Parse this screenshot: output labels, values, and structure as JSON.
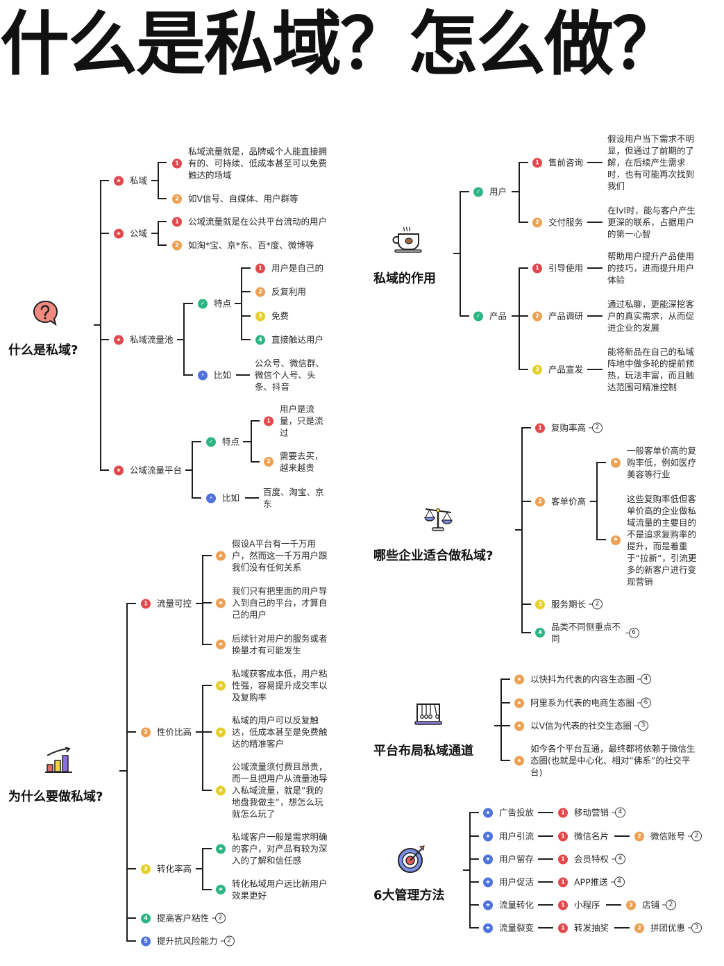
{
  "title": "什么是私域？怎么做？",
  "colors": {
    "red": "#e2474b",
    "orange": "#eda052",
    "yellow": "#e6cf2c",
    "green": "#2db583",
    "blue": "#4f72dc",
    "line": "#1e1e1e"
  },
  "what": {
    "title": "什么是私域?",
    "icon": "question-bubble-icon",
    "siyu": {
      "label": "私域",
      "items": [
        "私域流量就是，品牌或个人能直接拥有的、可持续、低成本甚至可以免费触达的场域",
        "如V信号、自媒体、用户群等"
      ]
    },
    "gongyu": {
      "label": "公域",
      "items": [
        "公域流量就是在公共平台流动的用户",
        "如淘*宝、京*东、百*度、微博等"
      ]
    },
    "pool": {
      "label": "私域流量池",
      "features_label": "特点",
      "features": [
        "用户是自己的",
        "反复利用",
        "免费",
        "直接触达用户"
      ],
      "example_label": "比如",
      "example": "公众号、微信群、微信个人号、头条、抖音"
    },
    "platform": {
      "label": "公域流量平台",
      "features_label": "特点",
      "features": [
        "用户是流量，只是流过",
        "需要去买，越来越贵"
      ],
      "example_label": "比如",
      "example": "百度、淘宝、京东"
    }
  },
  "why": {
    "title": "为什么要做私域?",
    "icon": "bar-chart-growth-icon",
    "branches": [
      {
        "label": "流量可控",
        "items": [
          "假设A平台有一千万用户，然而这一千万用户跟我们没有任何关系",
          "我们只有把里面的用户导入到自己的平台，才算自己的用户",
          "后续针对用户的服务或者换量才有可能发生"
        ]
      },
      {
        "label": "性价比高",
        "items": [
          "私域获客成本低，用户粘性强，容易提升成交率以及复购率",
          "私域的用户可以反复触达，低成本甚至是免费触达的精准客户",
          "公域流量须付费且昂贵，而一旦把用户从流量池导入私域流量，就是”我的地盘我做主”，想怎么玩就怎么玩了"
        ]
      },
      {
        "label": "转化率高",
        "items": [
          "私域客户一般是需求明确的客户，对产品有较为深入的了解和信任感",
          "转化私域用户远比新用户效果更好"
        ]
      },
      {
        "label": "提高客户粘性",
        "count": "2"
      },
      {
        "label": "提升抗风险能力",
        "count": "2"
      }
    ]
  },
  "role": {
    "title": "私域的作用",
    "icon": "coffee-cup-icon",
    "user": {
      "label": "用户",
      "items": [
        {
          "label": "售前咨询",
          "desc": "假设用户当下需求不明显，但通过了前期的了解，在后续产生需求时，也有可能再次找到我们"
        },
        {
          "label": "交付服务",
          "desc": "在lvl时，能与客户产生更深的联系，占据用户的第一心智"
        }
      ]
    },
    "product": {
      "label": "产品",
      "items": [
        {
          "label": "引导使用",
          "desc": "帮助用户提升产品使用的技巧，进而提升用户体验"
        },
        {
          "label": "产品调研",
          "desc": "通过私聊，更能深挖客户的真实需求，从而促进企业的发展"
        },
        {
          "label": "产品宣发",
          "desc": "能将新品在自己的私域阵地中做多轮的提前预热，玩法丰富，而且触达范围可精准控制"
        }
      ]
    }
  },
  "fit": {
    "title": "哪些企业适合做私域?",
    "icon": "balance-scale-icon",
    "items": [
      {
        "label": "复购率高",
        "count": "2"
      },
      {
        "label": "客单价高",
        "details": [
          "一般客单价高的复购率低，例如医疗美容等行业",
          "这些复购率低但客单价高的企业做私域流量的主要目的不是追求复购率的提升，而是着重于“拉新”，引流更多的新客户进行变现营销"
        ]
      },
      {
        "label": "服务期长",
        "count": "2"
      },
      {
        "label": "品类不同侧重点不同",
        "count": "6"
      }
    ]
  },
  "channel": {
    "title": "平台布局私域通道",
    "icon": "newtons-cradle-icon",
    "items": [
      {
        "text": "以快抖为代表的内容生态圈",
        "count": "4"
      },
      {
        "text": "阿里系为代表的电商生态圈",
        "count": "6"
      },
      {
        "text": "以V信为代表的社交生态圈",
        "count": "3"
      },
      {
        "text": "如今各个平台互通，最终都将依赖于微信生态圈(也就是中心化、相对”佛系”的社交平台)"
      }
    ]
  },
  "methods": {
    "title": "6大管理方法",
    "icon": "target-arrow-icon",
    "rows": [
      {
        "label": "广告投放",
        "sub": "移动营销",
        "count": "4"
      },
      {
        "label": "用户引流",
        "sub": "微信名片",
        "sub2": "微信账号",
        "count": "2"
      },
      {
        "label": "用户留存",
        "sub": "会员特权",
        "count": "4"
      },
      {
        "label": "用户促活",
        "sub": "APP推送",
        "count": "4"
      },
      {
        "label": "流量转化",
        "sub": "小程序",
        "sub2": "店铺",
        "count": "2"
      },
      {
        "label": "流量裂变",
        "sub": "转发抽奖",
        "sub2": "拼团优惠",
        "count": "3"
      }
    ]
  }
}
